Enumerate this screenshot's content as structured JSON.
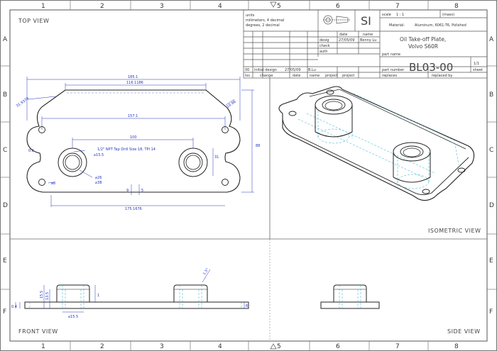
{
  "border": {
    "columns": [
      "1",
      "2",
      "3",
      "4",
      "5",
      "6",
      "7",
      "8"
    ],
    "rows": [
      "A",
      "B",
      "C",
      "D",
      "E",
      "F"
    ]
  },
  "views": {
    "top": "TOP VIEW",
    "isometric": "ISOMETRIC VIEW",
    "front": "FRONT VIEW",
    "side": "SIDE VIEW"
  },
  "title_block": {
    "units_lines": [
      "units",
      "milimeters, 4 decimal",
      "degrees, 2 decimal"
    ],
    "si_symbol": "SI",
    "scale_label": "scale",
    "scale_value": "1 : 1",
    "mass_label": "(mass)",
    "date_header": "date",
    "name_header": "name",
    "desig_label": "desig",
    "check_label": "check",
    "auth_label": "auth",
    "desig_date": "27/05/09",
    "desig_name": "Benny Lu",
    "material_label": "Material:",
    "material_value": "Aluminum, 6061-T6, Polished",
    "title_line1": "Oil Take-off Plate,",
    "title_line2": "Volvo S60R",
    "part_name_label": "part name",
    "part_number_label": "part number",
    "part_number": "BL03-00",
    "sheet_value": "1/1",
    "sheet_label": "sheet",
    "rev_id": "00",
    "rev_desc": "initial design",
    "rev_date": "27/05/09",
    "rev_name": "B.Lu",
    "hdr_loc": "loc.",
    "hdr_change": "change",
    "hdr_date": "date",
    "hdr_name": "name",
    "hdr_project": "project",
    "hdr_project2": "project",
    "replaces_label": "replaces",
    "replaced_by_label": "replaced by"
  },
  "dimensions": {
    "overall_length": "185.1",
    "upper_length": "116.1186",
    "hole_span": "157.1",
    "boss_span": "100",
    "overall_height": "88",
    "left_radius": "31.9379",
    "right_chamfer": "10.98",
    "left_edge": "0.8",
    "boss_offset": "31",
    "small_hole": "⌀8",
    "bore": "⌀15.5",
    "boss_outer": "⌀26",
    "boss_inner": "⌀38",
    "lower_length": "175.1676",
    "side_a": "9",
    "side_b": "5",
    "front_h1": "15.5",
    "front_h2": "13.5",
    "front_h3": "1",
    "front_t": "0.4",
    "front_h4": "6",
    "front_d": "⌀15.5",
    "front_angle": "1.5°",
    "tap_note": "1/2\" NPT Tap Drill Size 18, TPI 14"
  }
}
